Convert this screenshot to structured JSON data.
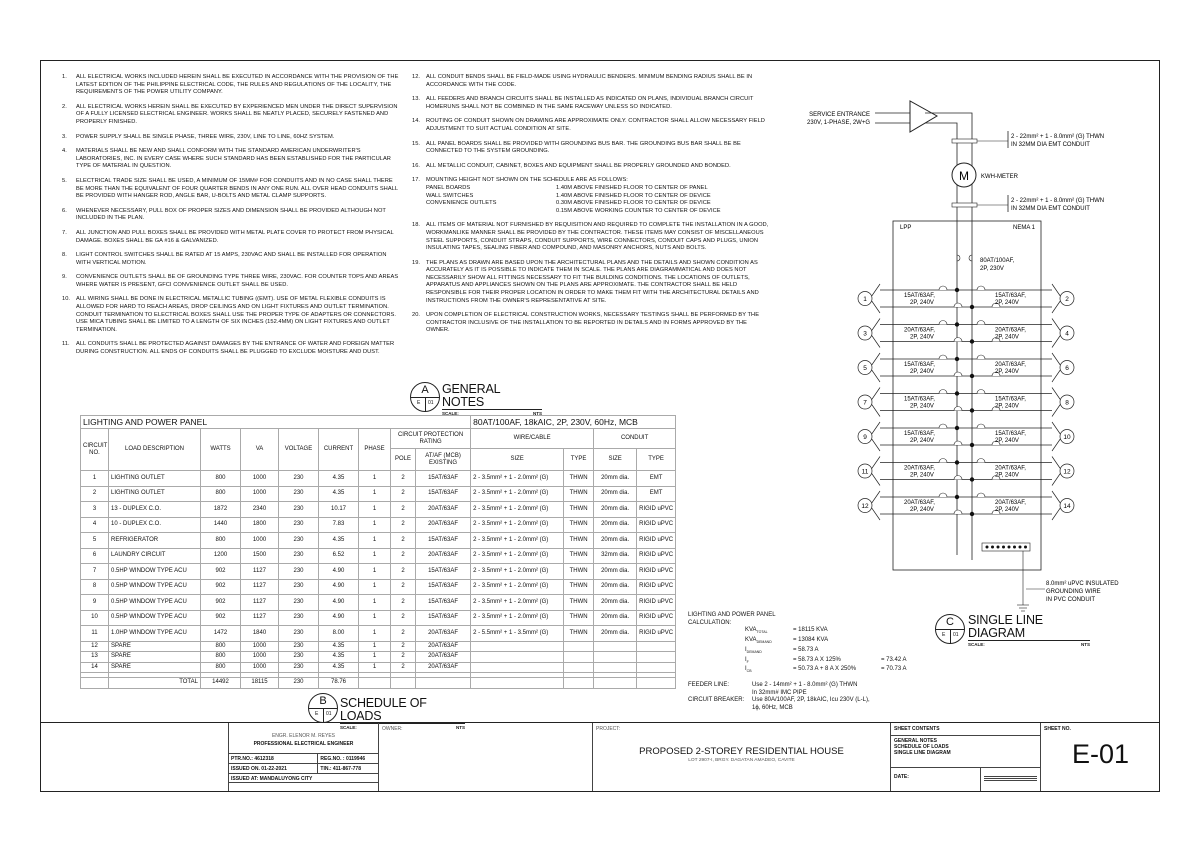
{
  "general_notes": {
    "label": "A",
    "sheet_ref": [
      "E",
      "01"
    ],
    "title": "GENERAL NOTES",
    "scale_label": "SCALE:",
    "scale": "NTS",
    "notes": [
      {
        "no": "1.",
        "text": "ALL ELECTRICAL WORKS INCLUDED HEREIN SHALL BE EXECUTED IN ACCORDANCE WITH THE PROVISION OF THE LATEST EDITION OF THE PHILIPPINE ELECTRICAL CODE, THE RULES AND REGULATIONS OF THE LOCALITY, THE REQUIREMENTS OF THE POWER UTILITY COMPANY."
      },
      {
        "no": "2.",
        "text": "ALL ELECTRICAL WORKS HEREIN SHALL BE EXECUTED BY EXPERIENCED MEN UNDER THE DIRECT SUPERVISION OF A FULLY LICENSED ELECTRICAL ENGINEER. WORKS SHALL BE NEATLY PLACED, SECURELY FASTENED AND PROPERLY FINISHED."
      },
      {
        "no": "3.",
        "text": "POWER SUPPLY SHALL BE SINGLE PHASE, THREE WIRE, 230V, LINE TO LINE, 60HZ SYSTEM."
      },
      {
        "no": "4.",
        "text": "MATERIALS SHALL BE NEW AND SHALL CONFORM WITH THE STANDARD AMERICAN UNDERWRITER'S LABORATORIES, INC. IN EVERY CASE WHERE SUCH STANDARD HAS BEEN ESTABLISHED FOR THE PARTICULAR TYPE OF MATERIAL IN QUESTION."
      },
      {
        "no": "5.",
        "text": "ELECTRICAL TRADE SIZE SHALL BE USED, A MINIMUM OF 15mm# FOR CONDUITS AND IN NO CASE SHALL THERE BE MORE THAN THE EQUIVALENT OF FOUR QUARTER BENDS IN ANY ONE RUN. ALL OVER HEAD CONDUITS SHALL BE PROVIDED WITH HANGER ROD, ANGLE BAR, U-BOLTS AND METAL CLAMP SUPPORTS."
      },
      {
        "no": "6.",
        "text": "WHENEVER NECESSARY, PULL BOX OF PROPER SIZES AND DIMENSION SHALL BE PROVIDED ALTHOUGH NOT INCLUDED IN THE PLAN."
      },
      {
        "no": "7.",
        "text": "ALL JUNCTION AND PULL BOXES SHALL BE PROVIDED WITH METAL PLATE COVER TO PROTECT FROM PHYSICAL DAMAGE. BOXES SHALL BE GA #16 & GALVANIZED."
      },
      {
        "no": "8.",
        "text": "LIGHT CONTROL SWITCHES SHALL BE RATED AT 15 AMPS, 230VAC AND SHALL BE INSTALLED FOR OPERATION WITH VERTICAL MOTION."
      },
      {
        "no": "9.",
        "text": "CONVENIENCE OUTLETS SHALL BE OF GROUNDING TYPE THREE WIRE, 230VAC. FOR COUNTER TOPS AND AREAS WHERE WATER IS PRESENT, GFCI CONVENIENCE OUTLET SHALL BE USED."
      },
      {
        "no": "10.",
        "text": "ALL WIRING SHALL BE DONE IN ELECTRICAL METALLIC TUBING ((EMT). USE OF METAL FLEXIBLE CONDUITS IS ALLOWED FOR HARD TO REACH AREAS, DROP CEILINGS AND ON LIGHT FIXTURES AND OUTLET TERMINATION. CONDUIT TERMINATION TO ELECTRICAL BOXES SHALL USE THE PROPER TYPE OF ADAPTERS OR CONNECTORS. USE MICA TUBING SHALL BE LIMITED TO A LENGTH OF SIX INCHES (152.4mm) ON LIGHT FIXTURES AND OUTLET TERMINATION."
      },
      {
        "no": "11.",
        "text": "ALL CONDUITS SHALL BE PROTECTED AGAINST DAMAGES BY THE ENTRANCE OF WATER AND FOREIGN MATTER DURING CONSTRUCTION. ALL ENDS OF CONDUITS SHALL BE PLUGGED TO EXCLUDE MOISTURE AND DUST."
      },
      {
        "no": "12.",
        "text": "ALL CONDUIT BENDS SHALL BE FIELD-MADE USING HYDRAULIC BENDERS. MINIMUM BENDING RADIUS SHALL BE IN ACCORDANCE WITH THE CODE."
      },
      {
        "no": "13.",
        "text": "ALL FEEDERS AND BRANCH CIRCUITS SHALL BE INSTALLED AS INDICATED ON PLANS, INDIVIDUAL BRANCH CIRCUIT HOMERUNS SHALL NOT BE COMBINED IN THE SAME RACEWAY UNLESS SO INDICATED."
      },
      {
        "no": "14.",
        "text": "ROUTING OF CONDUIT SHOWN ON DRAWING ARE APPROXIMATE ONLY. CONTRACTOR SHALL ALLOW NECESSARY FIELD ADJUSTMENT TO SUIT ACTUAL CONDITION AT SITE."
      },
      {
        "no": "15.",
        "text": "ALL PANEL BOARDS SHALL BE PROVIDED WITH GROUNDING BUS BAR. THE GROUNDING BUS BAR SHALL BE BE CONNECTED TO THE SYSTEM GROUNDING."
      },
      {
        "no": "16.",
        "text": "ALL METALLIC CONDUIT, CABINET, BOXES AND EQUIPMENT SHALL BE PROPERLY GROUNDED AND BONDED."
      },
      {
        "no": "17.",
        "text": "MOUNTING HEIGHT NOT SHOWN ON THE SCHEDULE ARE AS FOLLOWS:"
      },
      {
        "no": "18.",
        "text": "ALL ITEMS OF MATERIAL NOT FURNISHED BY REQUISITION AND REQUIRED TO COMPLETE THE INSTALLATION IN A GOOD, WORKMANLIKE MANNER SHALL BE PROVIDED BY THE CONTRACTOR. THESE ITEMS MAY CONSIST OF MISCELLANEOUS STEEL SUPPORTS, CONDUIT STRAPS, CONDUIT SUPPORTS, WIRE CONNECTORS, CONDUIT CAPS AND PLUGS, UNION INSULATING TAPES, SEALING FIBER AND COMPOUND, AND MASONRY ANCHORS, NUTS AND BOLTS."
      },
      {
        "no": "19.",
        "text": "THE PLANS AS DRAWN ARE BASED UPON THE ARCHITECTURAL PLANS AND THE DETAILS AND SHOWN CONDITION AS ACCURATELY AS IT IS POSSIBLE TO INDICATE THEM IN SCALE. THE PLANS ARE DIAGRAMMATICAL AND DOES NOT NECESSARILY SHOW ALL FITTINGS NECESSARY TO FIT THE BUILDING CONDITIONS. THE LOCATIONS OF OUTLETS, APPARATUS AND APPLIANCES SHOWN ON THE PLANS ARE APPROXIMATE. THE CONTRACTOR SHALL BE HELD RESPONSIBLE FOR THEIR PROPER LOCATION IN ORDER TO MAKE THEM FIT WITH THE ARCHITECTURAL DETAILS AND INSTRUCTIONS FROM THE OWNER'S REPRESENTATIVE AT SITE."
      },
      {
        "no": "20.",
        "text": "UPON COMPLETION OF ELECTRICAL CONSTRUCTION WORKS, NECESSARY TESTINGS SHALL BE PERFORMED BY THE CONTRACTOR INCLUSIVE OF THE INSTALLATION TO BE REPORTED IN DETAILS AND IN FORMS APPROVED BY THE OWNER."
      }
    ],
    "mounting_heights": [
      {
        "item": "PANEL BOARDS",
        "height": "1.40M ABOVE FINISHED FLOOR TO CENTER OF PANEL"
      },
      {
        "item": "WALL SWITCHES",
        "height": "1.40M ABOVE FINISHED FLOOR TO CENTER OF DEVICE"
      },
      {
        "item": "CONVENIENCE OUTLETS",
        "height": "0.30M ABOVE FINISHED FLOOR TO CENTER OF DEVICE"
      },
      {
        "item": "",
        "height": "0.15M ABOVE WORKING COUNTER TO CENTER OF DEVICE"
      }
    ]
  },
  "schedule": {
    "label": "B",
    "sheet_ref": [
      "E",
      "01"
    ],
    "title": "SCHEDULE OF LOADS",
    "scale_label": "SCALE:",
    "scale": "NTS",
    "panel_name": "LIGHTING AND POWER PANEL",
    "panel_rating": "80AT/100AF, 18kAIC, 2P, 230V, 60Hz, MCB",
    "headers": {
      "circuit": "CIRCUIT NO.",
      "load": "LOAD DESCRIPTION",
      "watts": "WATTS",
      "va": "VA",
      "voltage": "VOLTAGE",
      "current": "CURRENT",
      "phase": "PHASE",
      "protection": "CIRCUIT PROTECTION RATING",
      "pole": "POLE",
      "atf": "AT/AF (MCB) EXISTING",
      "wire": "WIRE/CABLE",
      "size": "SIZE",
      "type": "TYPE",
      "conduit": "CONDUIT"
    },
    "rows": [
      [
        "1",
        "LIGHTING OUTLET",
        "800",
        "1000",
        "230",
        "4.35",
        "1",
        "2",
        "15AT/63AF",
        "2 - 3.5mm² + 1 - 2.0mm² (G)",
        "THWN",
        "20mm dia.",
        "EMT"
      ],
      [
        "2",
        "LIGHTING OUTLET",
        "800",
        "1000",
        "230",
        "4.35",
        "1",
        "2",
        "15AT/63AF",
        "2 - 3.5mm² + 1 - 2.0mm² (G)",
        "THWN",
        "20mm dia.",
        "EMT"
      ],
      [
        "3",
        "13 - DUPLEX C.O.",
        "1872",
        "2340",
        "230",
        "10.17",
        "1",
        "2",
        "20AT/63AF",
        "2 - 3.5mm² + 1 - 2.0mm² (G)",
        "THWN",
        "20mm dia.",
        "RIGID uPVC"
      ],
      [
        "4",
        "10 - DUPLEX C.O.",
        "1440",
        "1800",
        "230",
        "7.83",
        "1",
        "2",
        "20AT/63AF",
        "2 - 3.5mm² + 1 - 2.0mm² (G)",
        "THWN",
        "20mm dia.",
        "RIGID uPVC"
      ],
      [
        "5",
        "REFRIGERATOR",
        "800",
        "1000",
        "230",
        "4.35",
        "1",
        "2",
        "15AT/63AF",
        "2 - 3.5mm² + 1 - 2.0mm² (G)",
        "THWN",
        "20mm dia.",
        "RIGID uPVC"
      ],
      [
        "6",
        "LAUNDRY CIRCUIT",
        "1200",
        "1500",
        "230",
        "6.52",
        "1",
        "2",
        "20AT/63AF",
        "2 - 3.5mm² + 1 - 2.0mm² (G)",
        "THWN",
        "32mm dia.",
        "RIGID uPVC"
      ],
      [
        "7",
        "0.5HP WINDOW TYPE ACU",
        "902",
        "1127",
        "230",
        "4.90",
        "1",
        "2",
        "15AT/63AF",
        "2 - 3.5mm² + 1 - 2.0mm² (G)",
        "THWN",
        "20mm dia.",
        "RIGID uPVC"
      ],
      [
        "8",
        "0.5HP WINDOW TYPE ACU",
        "902",
        "1127",
        "230",
        "4.90",
        "1",
        "2",
        "15AT/63AF",
        "2 - 3.5mm² + 1 - 2.0mm² (G)",
        "THWN",
        "20mm dia.",
        "RIGID uPVC"
      ],
      [
        "9",
        "0.5HP WINDOW TYPE ACU",
        "902",
        "1127",
        "230",
        "4.90",
        "1",
        "2",
        "15AT/63AF",
        "2 - 3.5mm² + 1 - 2.0mm² (G)",
        "THWN",
        "20mm dia.",
        "RIGID uPVC"
      ],
      [
        "10",
        "0.5HP WINDOW TYPE ACU",
        "902",
        "1127",
        "230",
        "4.90",
        "1",
        "2",
        "15AT/63AF",
        "2 - 3.5mm² + 1 - 2.0mm² (G)",
        "THWN",
        "20mm dia.",
        "RIGID uPVC"
      ],
      [
        "11",
        "1.0HP WINDOW TYPE ACU",
        "1472",
        "1840",
        "230",
        "8.00",
        "1",
        "2",
        "20AT/63AF",
        "2 - 5.5mm² + 1 - 3.5mm² (G)",
        "THWN",
        "20mm dia.",
        "RIGID uPVC"
      ],
      [
        "12",
        "SPARE",
        "800",
        "1000",
        "230",
        "4.35",
        "1",
        "2",
        "20AT/63AF",
        "",
        "",
        "",
        ""
      ],
      [
        "13",
        "SPARE",
        "800",
        "1000",
        "230",
        "4.35",
        "1",
        "2",
        "20AT/63AF",
        "",
        "",
        "",
        ""
      ],
      [
        "14",
        "SPARE",
        "800",
        "1000",
        "230",
        "4.35",
        "1",
        "2",
        "20AT/63AF",
        "",
        "",
        "",
        ""
      ]
    ],
    "total": {
      "label": "TOTAL",
      "watts": "14492",
      "va": "18115",
      "voltage": "230",
      "current": "78.76"
    }
  },
  "sld": {
    "label": "C",
    "sheet_ref": [
      "E",
      "01"
    ],
    "title": "SINGLE LINE DIAGRAM",
    "scale_label": "SCALE:",
    "scale": "NTS",
    "service": [
      "SERVICE ENTRANCE",
      "230V, 1-PHASE, 2W+G"
    ],
    "feeder1": [
      "2 - 22mm² + 1 - 8.0mm² (G) THWN",
      "IN 32MM DIA EMT CONDUIT"
    ],
    "meter_symbol": "M",
    "meter_label": "KWH-METER",
    "feeder2": [
      "2 - 22mm² + 1 - 8.0mm² (G) THWN",
      "IN 32MM DIA EMT CONDUIT"
    ],
    "panel": "LPP",
    "enclosure": "NEMA 1",
    "main_breaker": [
      "80AT/100AF,",
      "2P, 230V"
    ],
    "circuits": [
      {
        "left": "1",
        "left_rating": "15AT/63AF,",
        "right": "2",
        "right_rating": "15AT/63AF,"
      },
      {
        "left": "3",
        "left_rating": "20AT/63AF,",
        "right": "4",
        "right_rating": "20AT/63AF,"
      },
      {
        "left": "5",
        "left_rating": "15AT/63AF,",
        "right": "6",
        "right_rating": "20AT/63AF,"
      },
      {
        "left": "7",
        "left_rating": "15AT/63AF,",
        "right": "8",
        "right_rating": "15AT/63AF,"
      },
      {
        "left": "9",
        "left_rating": "15AT/63AF,",
        "right": "10",
        "right_rating": "15AT/63AF,"
      },
      {
        "left": "11",
        "left_rating": "20AT/63AF,",
        "right": "12",
        "right_rating": "20AT/63AF,"
      },
      {
        "left": "12",
        "left_rating": "20AT/63AF,",
        "right": "14",
        "right_rating": "20AT/63AF,"
      }
    ],
    "breaker_poles": "2P, 240V",
    "ground": [
      "8.0mm² uPVC INSULATED",
      "GROUNDING WIRE",
      "IN PVC CONDUIT"
    ]
  },
  "calculation": {
    "heading": [
      "LIGHTING AND POWER PANEL",
      "CALCULATION:"
    ],
    "lines": [
      {
        "label": "KVA",
        "sub": "TOTAL",
        "eq": "= 18115 kVA",
        "res": ""
      },
      {
        "label": "KVA",
        "sub": "DEMAND",
        "eq": "= 13084 kVA",
        "res": ""
      },
      {
        "label": "I",
        "sub": "DEMAND",
        "eq": "= 58.73 A",
        "res": ""
      },
      {
        "label": "I",
        "sub": "F",
        "eq": "= 58.73 A x 125%",
        "res": "= 73.42 A"
      },
      {
        "label": "I",
        "sub": "CB",
        "eq": "= 50.73 A + 8 A x 250%",
        "res": "= 70.73 A"
      }
    ],
    "feeder_label": "FEEDER LINE:",
    "feeder": [
      "Use 2 - 14mm² + 1 - 8.0mm² (G) THWN",
      "In 32mm# IMC PIPE"
    ],
    "breaker_label": "CIRCUIT BREAKER:",
    "breaker": [
      "Use 80A/100AF, 2P, 18kAIC, Icu 230V (L-L),",
      "1ϕ, 60Hz, MCB"
    ]
  },
  "title_block": {
    "engineer": "ENGR. ELENOR M. REYES",
    "profession": "PROFESSIONAL ELECTRICAL ENGINEER",
    "ptr": "PTR.NO.: 4612318",
    "reg": "REG.NO. : 0119946",
    "issued_on": "ISSUED ON. 01-22-2021",
    "tin": "TIN.: 411-867-778",
    "issued_at": "ISSUED AT: MANDALUYONG CITY",
    "owner_label": "OWNER:",
    "project_label": "PROJECT:",
    "project": "PROPOSED 2-STOREY RESIDENTIAL HOUSE",
    "location": "LOT 2907-I, BRGY. DAGATAN AMADEO, CAVITE",
    "contents_label": "SHEET CONTENTS",
    "contents": [
      "GENERAL NOTES",
      "SCHEDULE OF LOADS",
      "SINGLE LINE DIAGRAM"
    ],
    "date_label": "DATE:",
    "sheet_no_label": "SHEET NO.",
    "sheet_no": "E-01"
  }
}
